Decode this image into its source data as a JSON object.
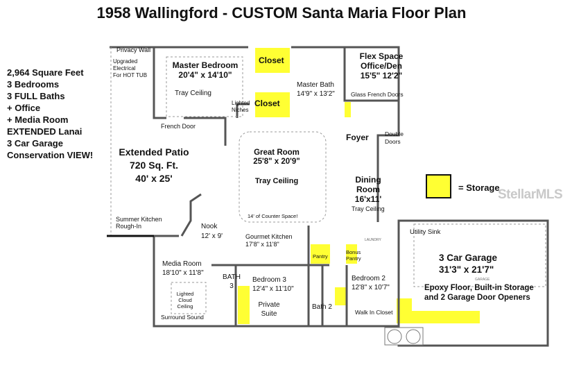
{
  "title": "1958 Wallingford - CUSTOM Santa Maria Floor Plan",
  "facts": [
    "2,964 Square Feet",
    "3 Bedrooms",
    "3 FULL Baths",
    "+ Office",
    "+ Media Room",
    "EXTENDED Lanai",
    "3 Car Garage",
    "Conservation VIEW!"
  ],
  "legend": {
    "label": "= Storage",
    "color": "#ffff33"
  },
  "watermark": "StellarMLS",
  "rooms": {
    "privacy_wall": "Privacy Wall",
    "electrical": [
      "Upgraded",
      "Electrical",
      "For HOT TUB"
    ],
    "master_bedroom": {
      "name": "Master Bedroom",
      "size": "20'4\" x 14'10\"",
      "note": "Tray Ceiling"
    },
    "lighted_niches": [
      "Lighted",
      "Niches"
    ],
    "closet_1": "Closet",
    "closet_2": "Closet",
    "master_bath": {
      "name": "Master Bath",
      "size": "14'9\" x 13'2\""
    },
    "flex_space": {
      "name": "Flex Space",
      "sub": "Office/Den",
      "size": "15'5\" 12'2\""
    },
    "glass_doors": "Glass French Doors",
    "french_door": "French Door",
    "foyer": "Foyer",
    "double_doors": [
      "Double",
      "Doors"
    ],
    "patio": {
      "name": "Extended Patio",
      "area": "720 Sq. Ft.",
      "size": "40' x 25'"
    },
    "great_room": {
      "name": "Great Room",
      "size": "25'8\" x 20'9\"",
      "note": "Tray Ceiling"
    },
    "dining": {
      "name": "Dining",
      "name2": "Room",
      "size": "16'x11'",
      "note": "Tray Ceiling"
    },
    "summer_kitchen": [
      "Summer Kitchen",
      "Rough-In"
    ],
    "nook": {
      "name": "Nook",
      "size": "12' x 9'"
    },
    "counter": "14' of Counter Space!",
    "kitchen": {
      "name": "Gourmet Kitchen",
      "size": "17'8\" x 11'8\""
    },
    "pantry": "Pantry",
    "bonus_pantry": [
      "Bonus",
      "Pantry"
    ],
    "media_room": {
      "name": "Media Room",
      "size": "18'10\" x 11'8\""
    },
    "cloud_ceiling": [
      "Lighted",
      "Cloud",
      "Ceiling"
    ],
    "surround": "Surround Sound",
    "bath3": [
      "BATH",
      "3"
    ],
    "bedroom3": {
      "name": "Bedroom 3",
      "size": "12'4\" x 11'10\""
    },
    "private_suite": [
      "Private",
      "Suite"
    ],
    "bath2": "Bath 2",
    "bedroom2": {
      "name": "Bedroom  2",
      "size": "12'8\" x 10'7\""
    },
    "walk_in": "Walk In Closet",
    "utility_sink": "Utility Sink",
    "laundry": "LAUNDRY",
    "garage": {
      "name": "3 Car Garage",
      "size": "31'3\" x 21'7\"",
      "features": "Epoxy Floor, Built-in Storage",
      "features2": "and 2 Garage Door Openers",
      "tag": "GARAGE"
    }
  }
}
